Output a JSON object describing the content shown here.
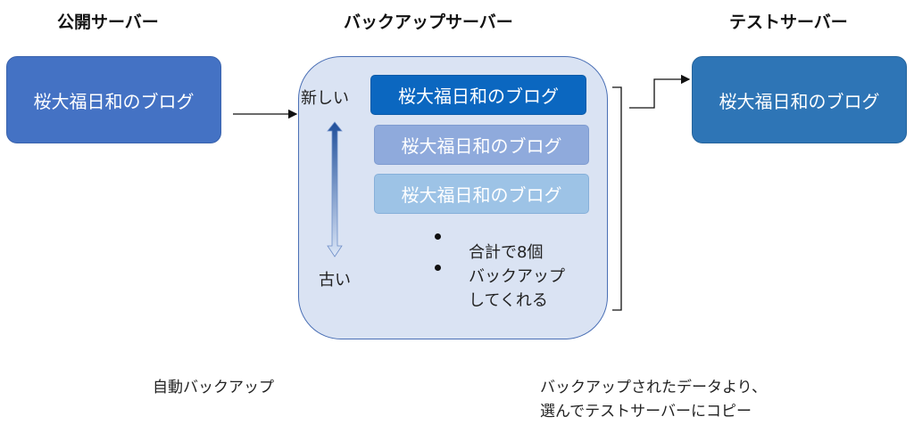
{
  "headings": {
    "public": "公開サーバー",
    "backup": "バックアップサーバー",
    "test": "テストサーバー"
  },
  "public_server": {
    "label": "桜大福日和のブログ",
    "color": "#4472c4"
  },
  "backup_server": {
    "newer_label": "新しい",
    "older_label": "古い",
    "copies": [
      {
        "label": "桜大福日和のブログ",
        "color": "#0b67c0"
      },
      {
        "label": "桜大福日和のブログ",
        "color": "#8faadc"
      },
      {
        "label": "桜大福日和のブログ",
        "color": "#9dc3e6"
      }
    ],
    "note_lines": [
      "合計で8個",
      "バックアップ",
      "してくれる"
    ],
    "bg_color": "#dae3f3"
  },
  "test_server": {
    "label": "桜大福日和のブログ",
    "color": "#2e75b6"
  },
  "captions": {
    "auto_backup": "自動バックアップ",
    "copy_lines": [
      "バックアップされたデータより、",
      "選んでテストサーバーにコピー"
    ]
  }
}
